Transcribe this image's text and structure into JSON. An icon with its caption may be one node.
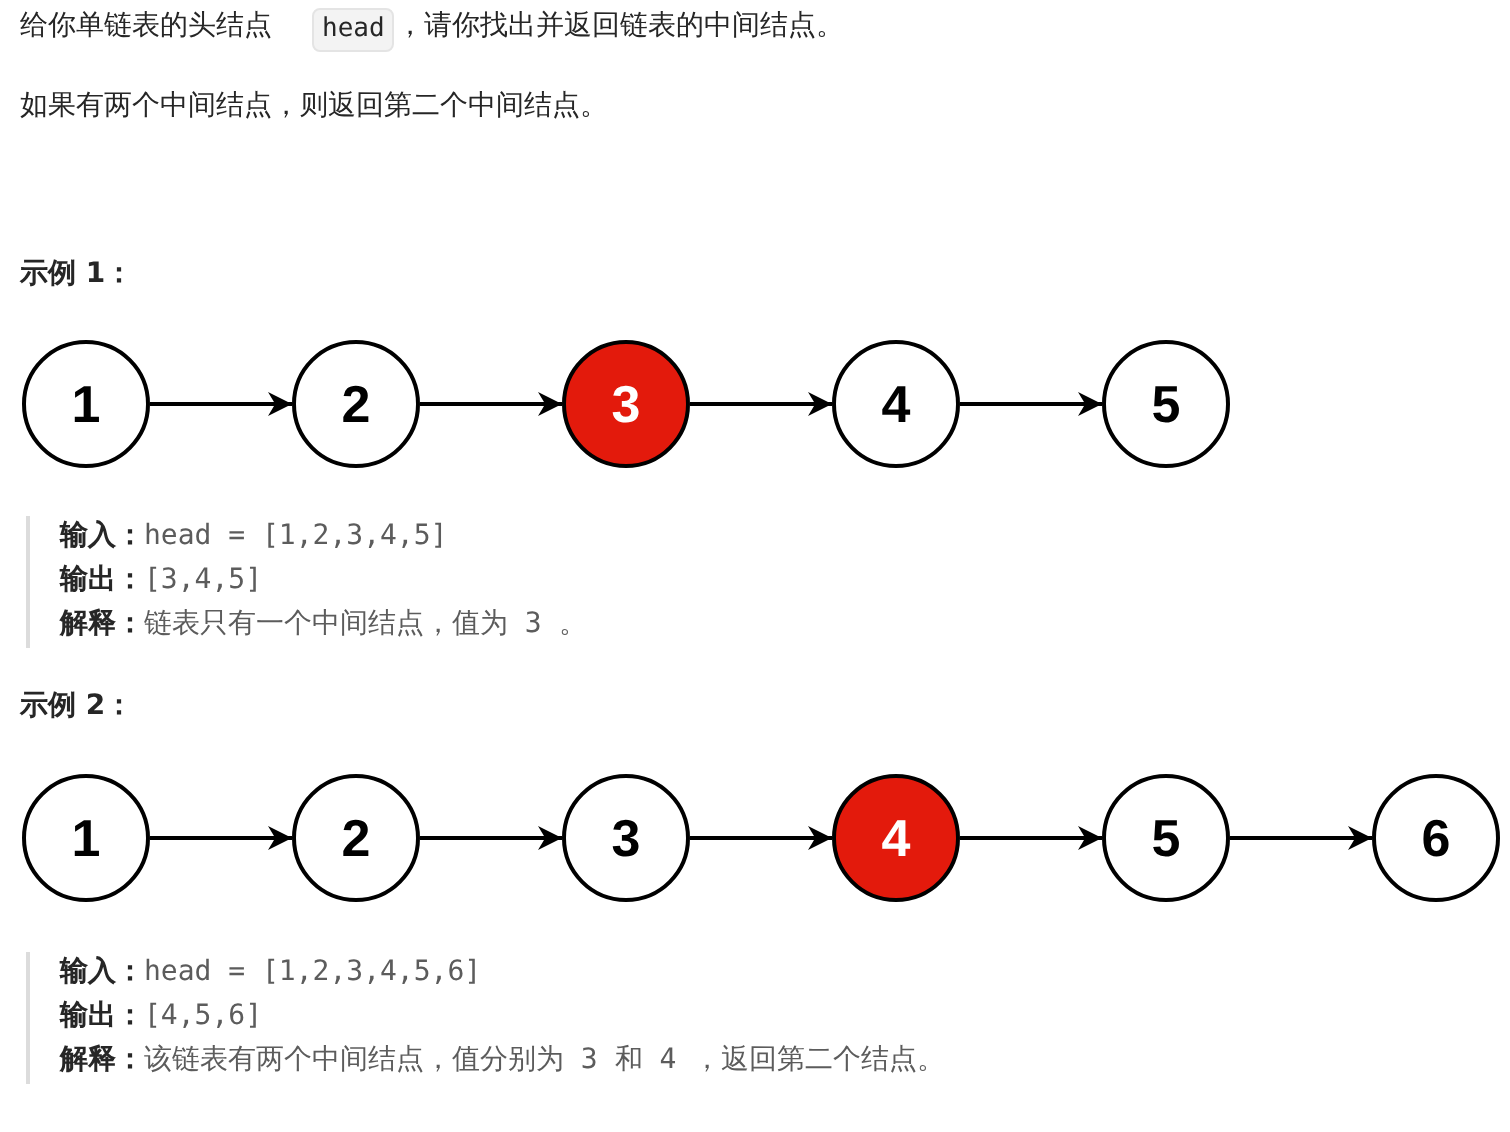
{
  "diagram": {
    "nodes": [
      {
        "text": [
          "1"
        ]
      },
      {
        "text": [
          "2"
        ]
      },
      {
        "text": [
          "3"
        ]
      },
      {
        "text": [
          "4"
        ]
      },
      {
        "text": [
          "5"
        ]
      },
      {
        "text": [
          "1"
        ]
      },
      {
        "text": [
          "2"
        ]
      },
      {
        "text": [
          "3"
        ]
      },
      {
        "text": [
          "4"
        ]
      },
      {
        "text": [
          "5"
        ]
      },
      {
        "text": [
          "6"
        ]
      }
    ],
    "edges": [
      {
        "from": 0,
        "to": 1,
        "arrow": "to"
      },
      {
        "from": 1,
        "to": 2,
        "arrow": "to"
      },
      {
        "from": 2,
        "to": 3,
        "arrow": "to"
      },
      {
        "from": 3,
        "to": 4,
        "arrow": "to"
      },
      {
        "from": 5,
        "to": 6,
        "arrow": "to"
      },
      {
        "from": 6,
        "to": 7,
        "arrow": "to"
      },
      {
        "from": 7,
        "to": 8,
        "arrow": "to"
      },
      {
        "from": 8,
        "to": 9,
        "arrow": "to"
      },
      {
        "from": 9,
        "to": 10,
        "arrow": "to"
      }
    ],
    "labels": [
      "给你单链表的头结点",
      "head",
      "，请你找出并返回链表的中间结点。",
      "如果有两个中间结点，则返回第二个中间结点。",
      "示例 1：",
      "**输入：**head = [1,2,3,4,5]",
      "**输出：**[3,4,5]",
      "**解释：**链表只有一个中间结点，值为 3 。",
      "示例 2：",
      "**输入：**head = [1,2,3,4,5,6]",
      "**输出：**[4,5,6]",
      "**解释：**该链表有两个中间结点，值分别为 3 和 4 ，返回第二个结点。"
    ]
  }
}
